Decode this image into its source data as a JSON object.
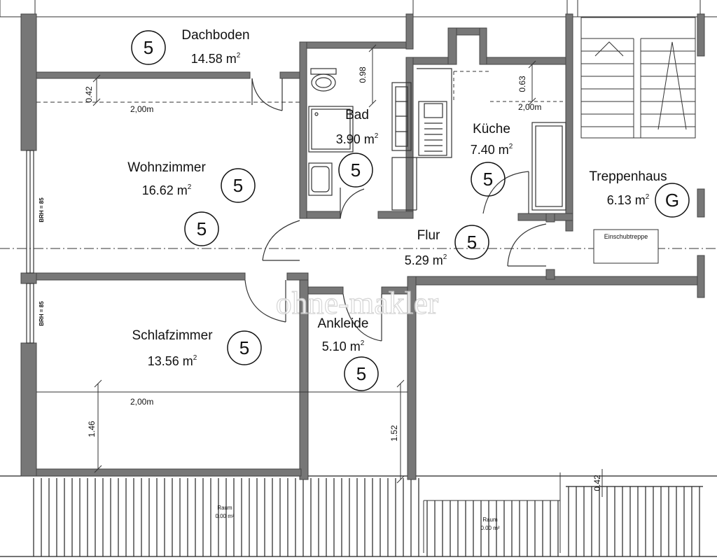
{
  "watermark": "ohne-makler",
  "rooms": [
    {
      "id": "dachboden",
      "name": "Dachboden",
      "area": "14.58 m",
      "zone": "5"
    },
    {
      "id": "bad",
      "name": "Bad",
      "area": "3.90 m",
      "zone": "5"
    },
    {
      "id": "kueche",
      "name": "Küche",
      "area": "7.40 m",
      "zone": "5"
    },
    {
      "id": "wohnzimmer",
      "name": "Wohnzimmer",
      "area": "16.62 m",
      "zone": "5"
    },
    {
      "id": "treppenhaus",
      "name": "Treppenhaus",
      "area": "6.13 m",
      "zone": "G"
    },
    {
      "id": "flur",
      "name": "Flur",
      "area": "5.29 m",
      "zone": "5"
    },
    {
      "id": "schlafzimmer",
      "name": "Schlafzimmer",
      "area": "13.56 m",
      "zone": "5"
    },
    {
      "id": "ankleide",
      "name": "Ankleide",
      "area": "5.10 m",
      "zone": "5"
    }
  ],
  "extra_zone": "5",
  "unit_superscript": "2",
  "dimensions": {
    "wohn_height_line": "2,00m",
    "wohn_offset": "0.42",
    "bad_offset": "0.98",
    "kueche_offset": "0.63",
    "kueche_height_line": "2,00m",
    "schlaf_height_line": "2,00m",
    "schlaf_depth": "1.46",
    "ankleide_depth": "1.52",
    "treppe_offset": "0.42"
  },
  "brh_left_upper": "BRH = 85",
  "brh_left_lower": "BRH = 85",
  "einschubtreppe": "Einschubtreppe",
  "raum_label_left": "Raum",
  "raum_area_left": "0.00 m²",
  "raum_label_right": "Raum",
  "raum_area_right": "0.00 m²"
}
